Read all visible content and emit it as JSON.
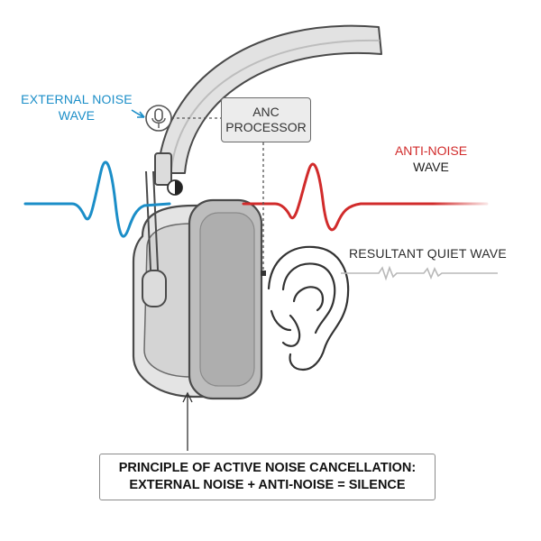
{
  "labels": {
    "external_noise": [
      "EXTERNAL NOISE",
      "WAVE"
    ],
    "anc_processor": [
      "ANC",
      "PROCESSOR"
    ],
    "anti_noise": "ANTI-NOISE",
    "anti_noise_wave": "WAVE",
    "resultant": "RESULTANT QUIET WAVE"
  },
  "caption": {
    "line1": "PRINCIPLE OF ACTIVE NOISE CANCELLATION:",
    "line2": "EXTERNAL NOISE + ANTI-NOISE = SILENCE"
  },
  "colors": {
    "external_wave": "#1b8ec8",
    "anti_noise_wave": "#d12b2b",
    "quiet_wave": "#b8b8b8",
    "outline": "#4a4a4a",
    "ear_cushion": "#bdbdbd",
    "shell": "#e4e4e4"
  },
  "icons": [
    "microphone-icon",
    "speaker-driver-icon"
  ]
}
